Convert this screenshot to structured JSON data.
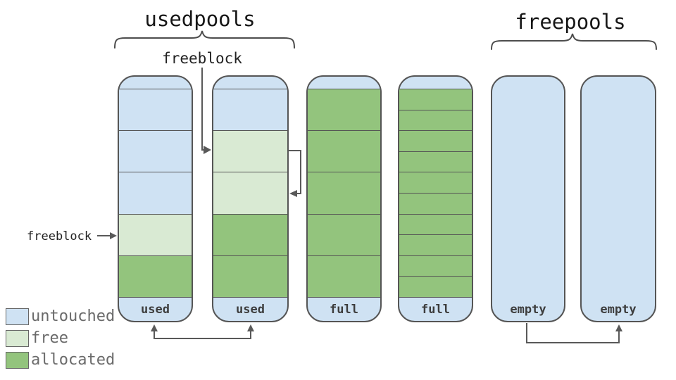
{
  "diagram": {
    "groups": [
      {
        "id": "usedpools",
        "title": "usedpools",
        "pool_indices": [
          0,
          1
        ]
      },
      {
        "id": "freepools",
        "title": "freepools",
        "pool_indices": [
          4,
          5
        ]
      }
    ],
    "pools": [
      {
        "label": "used",
        "state": "used",
        "blocks": [
          "untouched",
          "untouched",
          "untouched",
          "free",
          "allocated"
        ]
      },
      {
        "label": "used",
        "state": "used",
        "blocks": [
          "untouched",
          "free",
          "free",
          "allocated",
          "allocated"
        ]
      },
      {
        "label": "full",
        "state": "full",
        "blocks": [
          "allocated",
          "allocated",
          "allocated",
          "allocated",
          "allocated"
        ]
      },
      {
        "label": "full",
        "state": "full",
        "blocks": [
          "allocated",
          "allocated",
          "allocated",
          "allocated",
          "allocated",
          "allocated",
          "allocated",
          "allocated",
          "allocated",
          "allocated"
        ]
      },
      {
        "label": "empty",
        "state": "empty",
        "blocks": []
      },
      {
        "label": "empty",
        "state": "empty",
        "blocks": []
      }
    ],
    "annotations": {
      "freeblock_list_label": "freeblock",
      "freeblock_pointer_label": "freeblock"
    },
    "legend": {
      "items": [
        {
          "label": "untouched",
          "color_key": "untouched"
        },
        {
          "label": "free",
          "color_key": "free"
        },
        {
          "label": "allocated",
          "color_key": "allocated"
        }
      ]
    },
    "colors": {
      "untouched": "#cfe2f3",
      "free": "#d9ead3",
      "allocated": "#93c47d",
      "pool_border": "#555555",
      "arrow": "#595959",
      "brace": "#4d4d4d",
      "title_text": "#161616",
      "pool_label_text": "#3d3d3d",
      "legend_text": "#6a6a6a",
      "annotation_text": "#222222"
    }
  }
}
